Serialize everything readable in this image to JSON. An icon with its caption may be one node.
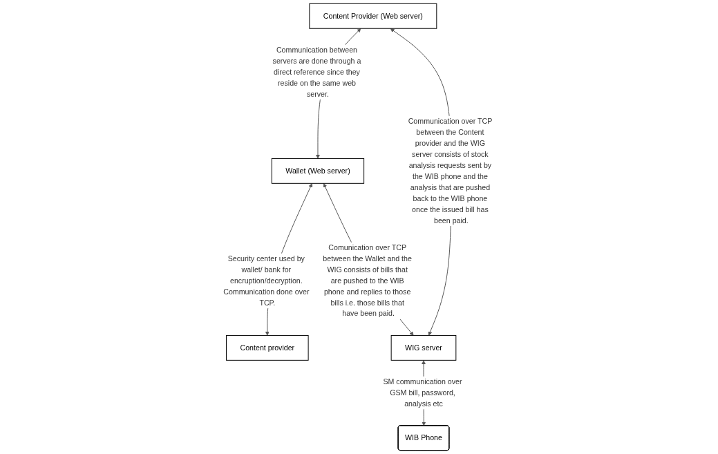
{
  "diagram": {
    "nodes": [
      {
        "text": [
          "Content Provider (Web server)"
        ]
      },
      {
        "text": [
          "Wallet (Web server)"
        ]
      },
      {
        "text": [
          "Content provider"
        ]
      },
      {
        "text": [
          "WIG server"
        ]
      },
      {
        "text": [
          "WIB Phone"
        ]
      }
    ],
    "edges": [
      {
        "from": 0,
        "to": 1,
        "arrow": "both",
        "label": "Communication between servers are done through a direct reference since they reside on the same web server."
      },
      {
        "from": 1,
        "to": 2,
        "arrow": "both",
        "label": "Security center used by wallet/ bank for encruption/decryption. Communication done over TCP."
      },
      {
        "from": 0,
        "to": 3,
        "arrow": "both",
        "label": "Communication over TCP between the Content provider and the WIG server consists of stock analysis requests sent by the WIB phone and the analysis that are pushed back to the WIB phone once the issued bill has been paid."
      },
      {
        "from": 1,
        "to": 3,
        "arrow": "both",
        "label": "Comunication over TCP between the Wallet and the WIG consists of bills that are pushed to the WIB phone and replies to those bills i.e. those bills that have been paid."
      },
      {
        "from": 3,
        "to": 4,
        "arrow": "both",
        "label": "SM communication over GSM bill, password, analysis etc"
      }
    ]
  }
}
